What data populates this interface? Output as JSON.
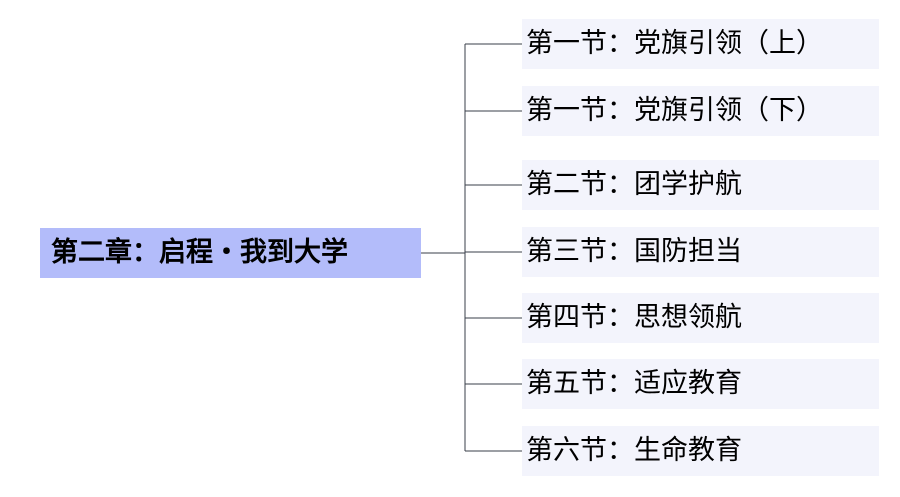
{
  "colors": {
    "root_fill": "#b3bcfa",
    "child_fill": "#f3f4fc",
    "connector": "#3a3f4a"
  },
  "root": {
    "label": "第二章：启程・我到大学"
  },
  "children": [
    {
      "label": "第一节：党旗引领（上）"
    },
    {
      "label": "第一节：党旗引领（下）"
    },
    {
      "label": "第二节：团学护航"
    },
    {
      "label": "第三节：国防担当"
    },
    {
      "label": "第四节：思想领航"
    },
    {
      "label": "第五节：适应教育"
    },
    {
      "label": "第六节：生命教育"
    }
  ]
}
